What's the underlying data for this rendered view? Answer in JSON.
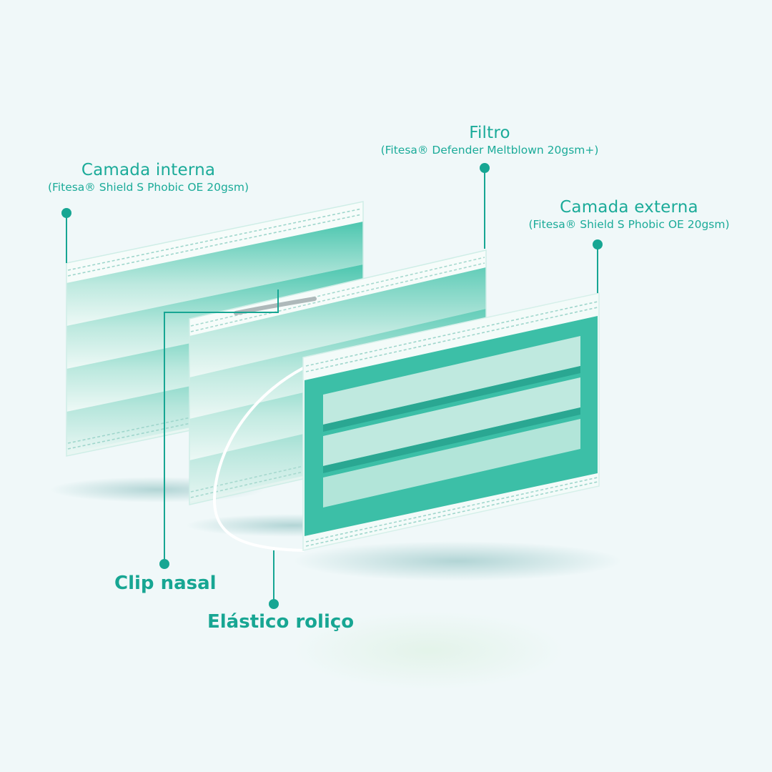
{
  "labels": {
    "inner_layer": {
      "title": "Camada interna",
      "subtitle": "(Fitesa® Shield S Phobic OE 20gsm)"
    },
    "filter": {
      "title": "Filtro",
      "subtitle": "(Fitesa® Defender Meltblown 20gsm+)"
    },
    "outer_layer": {
      "title": "Camada externa",
      "subtitle": "(Fitesa® Shield S Phobic OE 20gsm)"
    },
    "nose_clip": "Clip nasal",
    "elastic": "Elástico roliço"
  },
  "colors": {
    "background": "#f0f8f9",
    "accent": "#1bab99",
    "mask_green": "#3cbfa7",
    "mask_light": "#d8f1ec",
    "stitch": "#9fd6cc"
  }
}
